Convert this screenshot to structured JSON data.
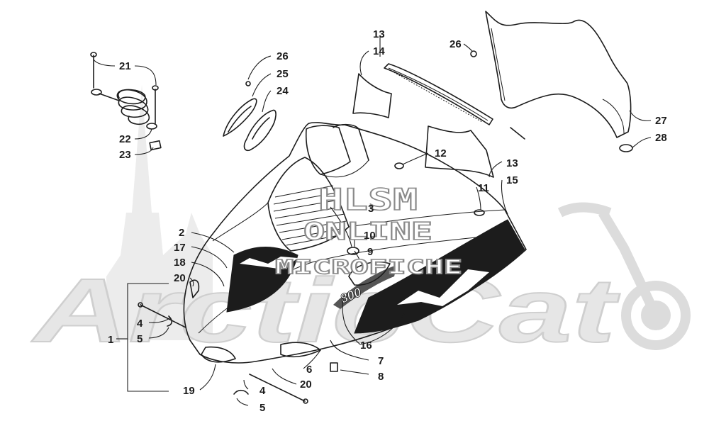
{
  "watermark": {
    "brand": "ArcticCat",
    "line1": "HLSM",
    "line2": "ONLINE",
    "line3": "MICROFICHE"
  },
  "callouts": [
    {
      "id": "c1",
      "label": "1"
    },
    {
      "id": "c2",
      "label": "2"
    },
    {
      "id": "c3",
      "label": "3"
    },
    {
      "id": "c4a",
      "label": "4"
    },
    {
      "id": "c4b",
      "label": "4"
    },
    {
      "id": "c5a",
      "label": "5"
    },
    {
      "id": "c5b",
      "label": "5"
    },
    {
      "id": "c6",
      "label": "6"
    },
    {
      "id": "c7",
      "label": "7"
    },
    {
      "id": "c8",
      "label": "8"
    },
    {
      "id": "c9",
      "label": "9"
    },
    {
      "id": "c10",
      "label": "10"
    },
    {
      "id": "c11",
      "label": "11"
    },
    {
      "id": "c12",
      "label": "12"
    },
    {
      "id": "c13a",
      "label": "13"
    },
    {
      "id": "c13b",
      "label": "13"
    },
    {
      "id": "c14",
      "label": "14"
    },
    {
      "id": "c15",
      "label": "15"
    },
    {
      "id": "c16",
      "label": "16"
    },
    {
      "id": "c17",
      "label": "17"
    },
    {
      "id": "c18",
      "label": "18"
    },
    {
      "id": "c19",
      "label": "19"
    },
    {
      "id": "c20a",
      "label": "20"
    },
    {
      "id": "c20b",
      "label": "20"
    },
    {
      "id": "c21",
      "label": "21"
    },
    {
      "id": "c22",
      "label": "22"
    },
    {
      "id": "c23",
      "label": "23"
    },
    {
      "id": "c24",
      "label": "24"
    },
    {
      "id": "c25",
      "label": "25"
    },
    {
      "id": "c26a",
      "label": "26"
    },
    {
      "id": "c26b",
      "label": "26"
    },
    {
      "id": "c27",
      "label": "27"
    },
    {
      "id": "c28",
      "label": "28"
    }
  ],
  "decal_text": "800"
}
